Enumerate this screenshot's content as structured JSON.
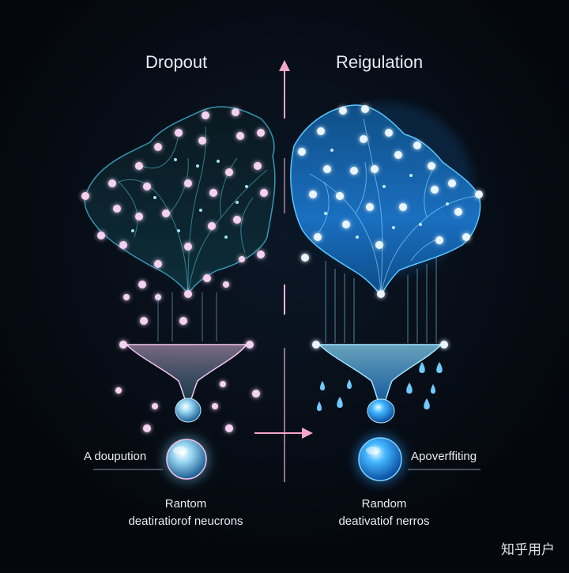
{
  "diagram": {
    "left_title": "Dropout",
    "right_title": "Reigulation",
    "left_side_label": "A doupution",
    "right_side_label": "Apoverffiting",
    "left_caption_line1": "Rantom",
    "left_caption_line2": "deatiratiorof neucrons",
    "right_caption_line1": "Random",
    "right_caption_line2": "deativatiof nerros"
  },
  "watermark": "知乎用户",
  "colors": {
    "background": "#05080e",
    "left_accent": "#f3b7ee",
    "left_network": "#2fa7c8",
    "right_accent": "#2ea8ff",
    "right_glow": "#7fd9ff",
    "arrow": "#f4a6c8"
  }
}
